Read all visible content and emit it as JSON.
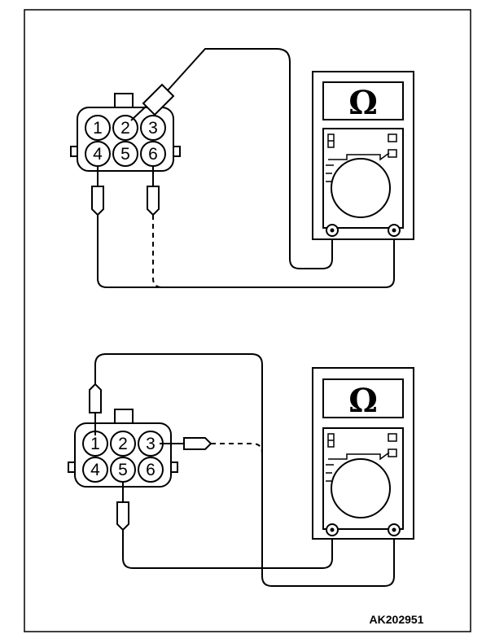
{
  "figure": {
    "reference_code": "AK202951",
    "meter_symbol": "Ω",
    "colors": {
      "line": "#000000",
      "background": "#ffffff"
    }
  },
  "top_panel": {
    "connector": {
      "pins": [
        "1",
        "2",
        "3",
        "4",
        "5",
        "6"
      ]
    }
  },
  "bottom_panel": {
    "connector": {
      "pins": [
        "1",
        "2",
        "3",
        "4",
        "5",
        "6"
      ]
    }
  }
}
